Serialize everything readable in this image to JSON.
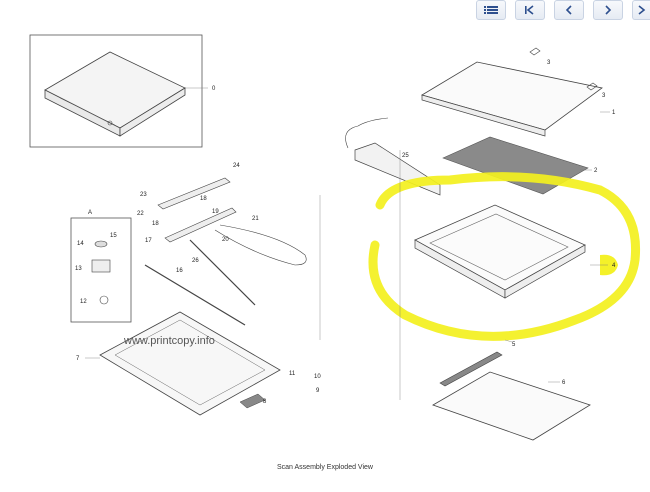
{
  "toolbar": {
    "buttons": [
      {
        "name": "menu-button",
        "icon": "list-icon"
      },
      {
        "name": "first-page-button",
        "icon": "first-page-icon"
      },
      {
        "name": "prev-page-button",
        "icon": "chevron-left-icon"
      },
      {
        "name": "next-page-button",
        "icon": "chevron-right-icon"
      },
      {
        "name": "last-page-button",
        "icon": "last-page-icon"
      }
    ]
  },
  "diagram": {
    "watermark": "www.printcopy.info",
    "inset_label": "A",
    "part_labels": [
      "0",
      "1",
      "2",
      "3",
      "3",
      "4",
      "5",
      "6",
      "7",
      "8",
      "9",
      "10",
      "11",
      "12",
      "13",
      "14",
      "15",
      "16",
      "17",
      "18",
      "18",
      "19",
      "20",
      "21",
      "22",
      "23",
      "24",
      "25",
      "26"
    ],
    "highlight_color": "#f3f01e"
  },
  "caption": "Scan Assembly Exploded View"
}
